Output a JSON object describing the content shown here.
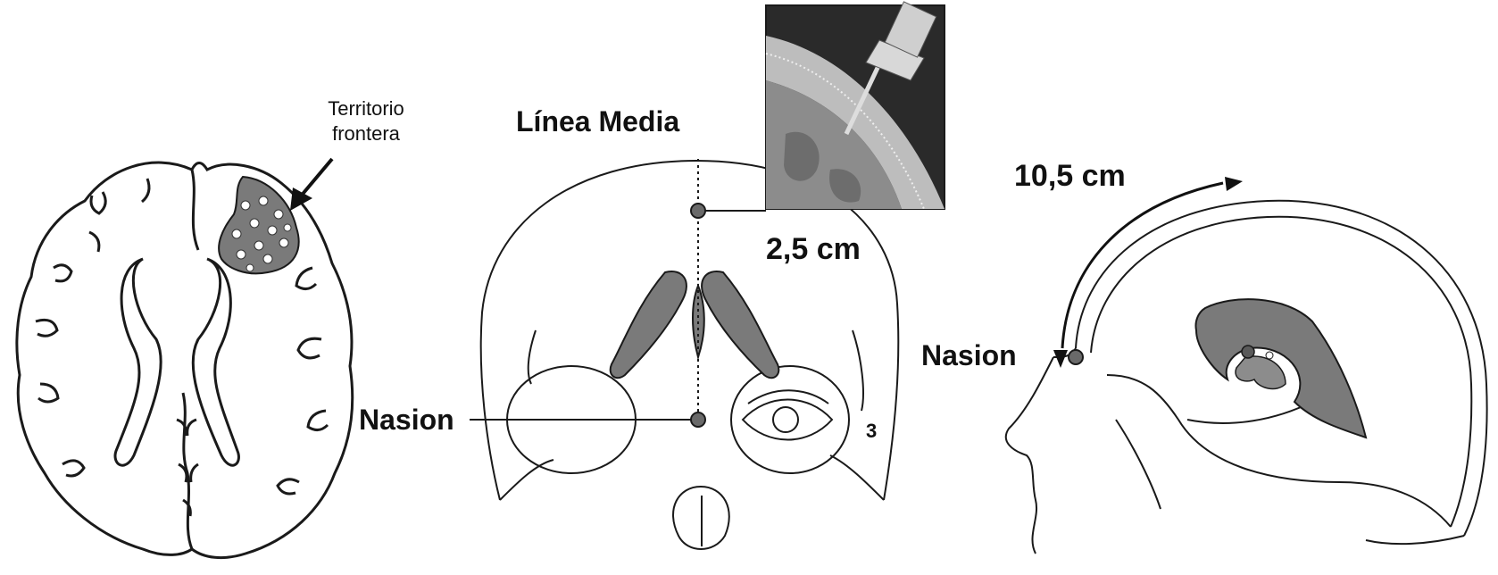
{
  "left_panel": {
    "annotation": [
      "Territorio",
      "frontera"
    ]
  },
  "center_panel": {
    "midline_label": "Línea Media",
    "distance_label": "2,5 cm",
    "nasion_label": "Nasion",
    "right_eye_mark": "3"
  },
  "right_panel": {
    "distance_label": "10,5 cm",
    "nasion_label": "Nasion"
  },
  "colors": {
    "line": "#1a1a1a",
    "shade": "#7a7a7a",
    "dot": "#6a6a6a",
    "inset_bg": "#2a2a2a"
  }
}
